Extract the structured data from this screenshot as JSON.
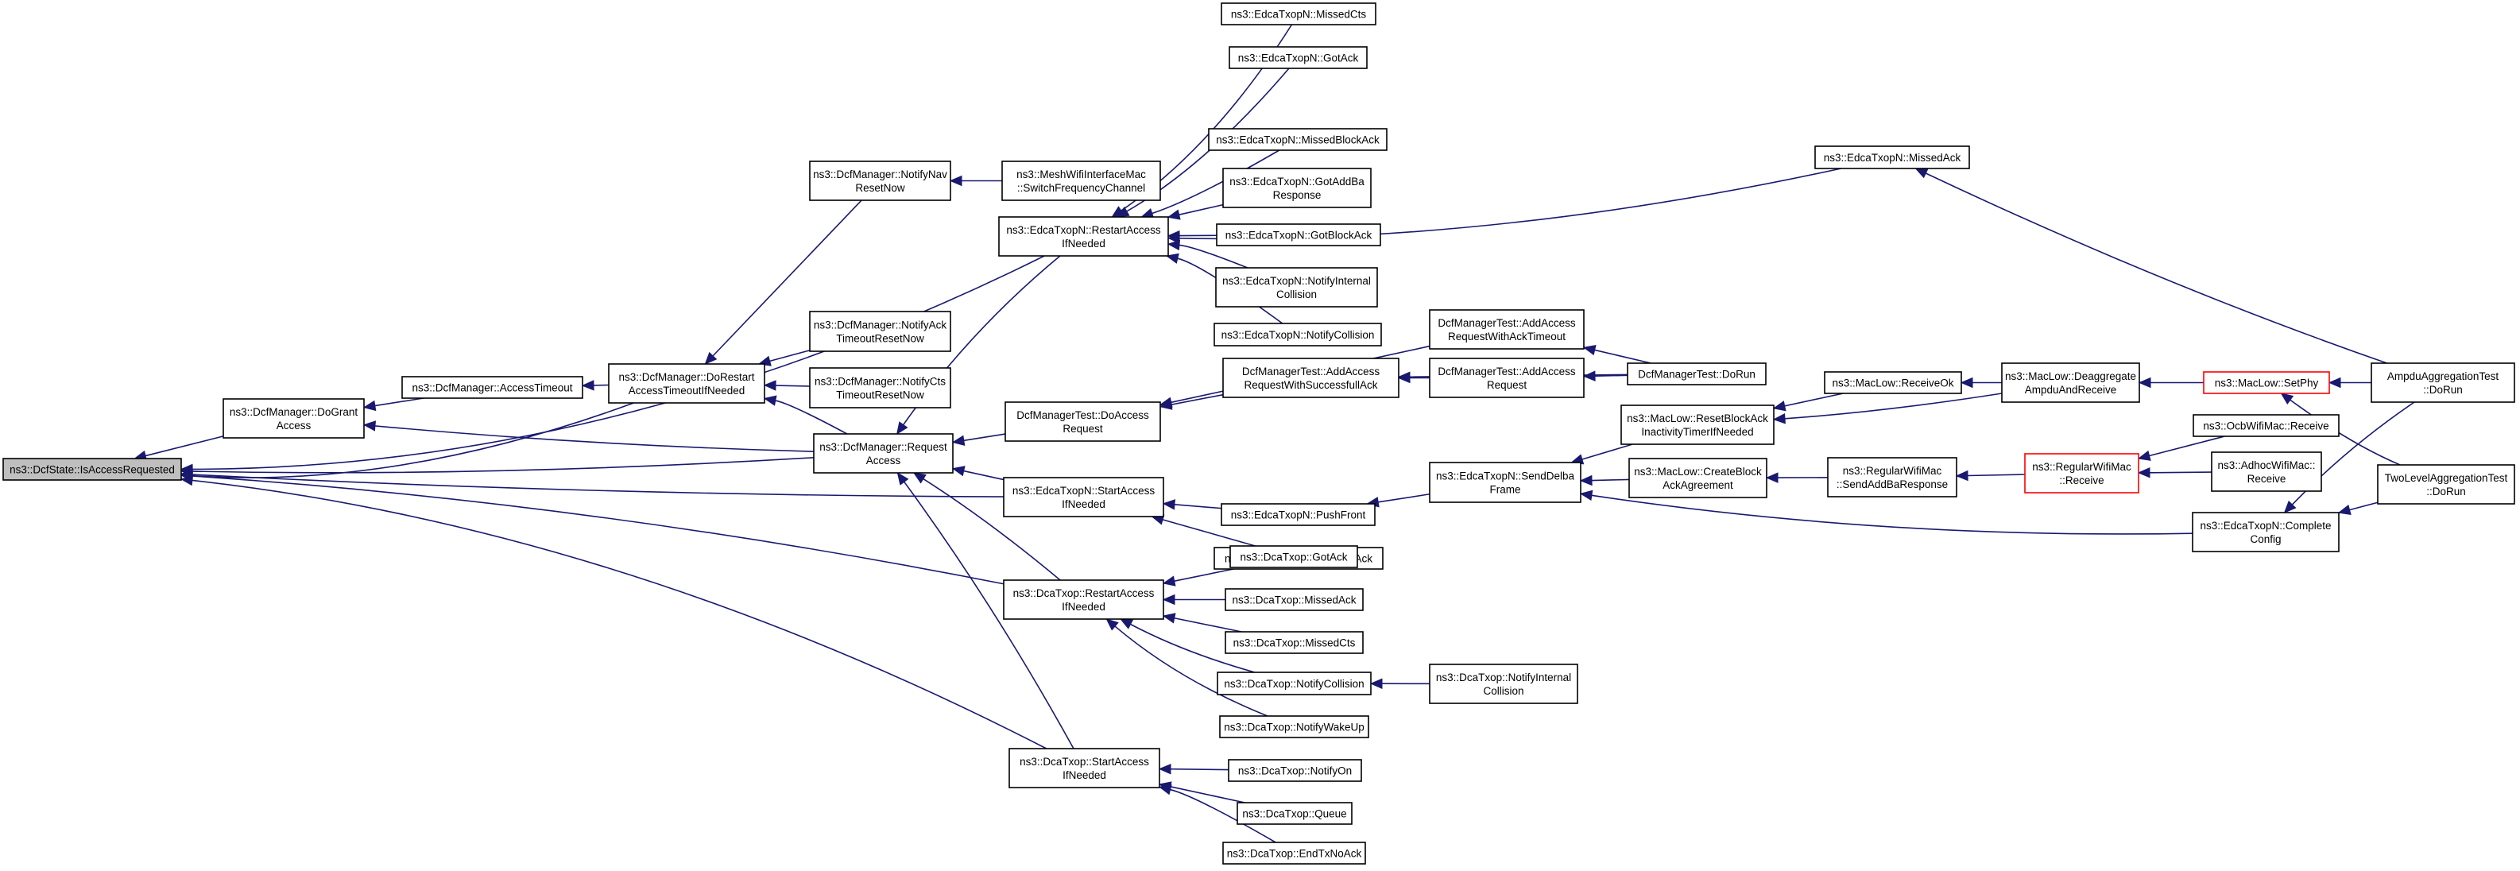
{
  "colors": {
    "edge": "#191970",
    "node_border": "#000000",
    "highlight_border": "#ff0000",
    "root_fill": "#bfbfbf"
  },
  "nodes": [
    {
      "id": "root",
      "lines": [
        "ns3::DcfState::IsAccessRequested"
      ],
      "style": "root"
    },
    {
      "id": "doGrant",
      "lines": [
        "ns3::DcfManager::DoGrant",
        "Access"
      ]
    },
    {
      "id": "accTimeout",
      "lines": [
        "ns3::DcfManager::AccessTimeout"
      ]
    },
    {
      "id": "doRestart",
      "lines": [
        "ns3::DcfManager::DoRestart",
        "AccessTimeoutIfNeeded"
      ]
    },
    {
      "id": "navReset",
      "lines": [
        "ns3::DcfManager::NotifyNav",
        "ResetNow"
      ]
    },
    {
      "id": "ackReset",
      "lines": [
        "ns3::DcfManager::NotifyAck",
        "TimeoutResetNow"
      ]
    },
    {
      "id": "ctsReset",
      "lines": [
        "ns3::DcfManager::NotifyCts",
        "TimeoutResetNow"
      ]
    },
    {
      "id": "reqAccess",
      "lines": [
        "ns3::DcfManager::Request",
        "Access"
      ]
    },
    {
      "id": "meshSwitch",
      "lines": [
        "ns3::MeshWifiInterfaceMac",
        "::SwitchFrequencyChannel"
      ]
    },
    {
      "id": "edcaRestart",
      "lines": [
        "ns3::EdcaTxopN::RestartAccess",
        "IfNeeded"
      ]
    },
    {
      "id": "dcfDoAccess",
      "lines": [
        "DcfManagerTest::DoAccess",
        "Request"
      ]
    },
    {
      "id": "edcaStart",
      "lines": [
        "ns3::EdcaTxopN::StartAccess",
        "IfNeeded"
      ]
    },
    {
      "id": "dcaRestart",
      "lines": [
        "ns3::DcaTxop::RestartAccess",
        "IfNeeded"
      ]
    },
    {
      "id": "dcaStart",
      "lines": [
        "ns3::DcaTxop::StartAccess",
        "IfNeeded"
      ]
    },
    {
      "id": "eMissedCts",
      "lines": [
        "ns3::EdcaTxopN::MissedCts"
      ]
    },
    {
      "id": "eGotAck",
      "lines": [
        "ns3::EdcaTxopN::GotAck"
      ]
    },
    {
      "id": "eMissedBA",
      "lines": [
        "ns3::EdcaTxopN::MissedBlockAck"
      ]
    },
    {
      "id": "eGotAddBa",
      "lines": [
        "ns3::EdcaTxopN::GotAddBa",
        "Response"
      ]
    },
    {
      "id": "eGotBA",
      "lines": [
        "ns3::EdcaTxopN::GotBlockAck"
      ]
    },
    {
      "id": "eNotifyInt",
      "lines": [
        "ns3::EdcaTxopN::NotifyInternal",
        "Collision"
      ]
    },
    {
      "id": "eNotifyCol",
      "lines": [
        "ns3::EdcaTxopN::NotifyCollision"
      ]
    },
    {
      "id": "eMissedAck",
      "lines": [
        "ns3::EdcaTxopN::MissedAck"
      ]
    },
    {
      "id": "addAckTimeout",
      "lines": [
        "DcfManagerTest::AddAccess",
        "RequestWithAckTimeout"
      ]
    },
    {
      "id": "addSuccess",
      "lines": [
        "DcfManagerTest::AddAccess",
        "RequestWithSuccessfullAck"
      ]
    },
    {
      "id": "addAccess",
      "lines": [
        "DcfManagerTest::AddAccess",
        "Request"
      ]
    },
    {
      "id": "dcfDoRun",
      "lines": [
        "DcfManagerTest::DoRun"
      ]
    },
    {
      "id": "ePushFront",
      "lines": [
        "ns3::EdcaTxopN::PushFront"
      ]
    },
    {
      "id": "eEndTxNoAck",
      "lines": [
        "ns3::EdcaTxopN::EndTxNoAck"
      ]
    },
    {
      "id": "eSendDelba",
      "lines": [
        "ns3::EdcaTxopN::SendDelba",
        "Frame"
      ]
    },
    {
      "id": "mReceiveOk",
      "lines": [
        "ns3::MacLow::ReceiveOk"
      ]
    },
    {
      "id": "mResetBA",
      "lines": [
        "ns3::MacLow::ResetBlockAck",
        "InactivityTimerIfNeeded"
      ]
    },
    {
      "id": "mCreateBA",
      "lines": [
        "ns3::MacLow::CreateBlock",
        "AckAgreement"
      ]
    },
    {
      "id": "mDeagg",
      "lines": [
        "ns3::MacLow::Deaggregate",
        "AmpduAndReceive"
      ]
    },
    {
      "id": "rSendAddBa",
      "lines": [
        "ns3::RegularWifiMac",
        "::SendAddBaResponse"
      ]
    },
    {
      "id": "mSetPhy",
      "lines": [
        "ns3::MacLow::SetPhy"
      ],
      "style": "red"
    },
    {
      "id": "rReceive",
      "lines": [
        "ns3::RegularWifiMac",
        "::Receive"
      ],
      "style": "red"
    },
    {
      "id": "ocbReceive",
      "lines": [
        "ns3::OcbWifiMac::Receive"
      ]
    },
    {
      "id": "adhocReceive",
      "lines": [
        "ns3::AdhocWifiMac::",
        "Receive"
      ]
    },
    {
      "id": "eComplete",
      "lines": [
        "ns3::EdcaTxopN::Complete",
        "Config"
      ]
    },
    {
      "id": "ampduDoRun",
      "lines": [
        "AmpduAggregationTest",
        "::DoRun"
      ]
    },
    {
      "id": "twoLevelDoRun",
      "lines": [
        "TwoLevelAggregationTest",
        "::DoRun"
      ]
    },
    {
      "id": "dGotAck",
      "lines": [
        "ns3::DcaTxop::GotAck"
      ]
    },
    {
      "id": "dMissedAck",
      "lines": [
        "ns3::DcaTxop::MissedAck"
      ]
    },
    {
      "id": "dMissedCts",
      "lines": [
        "ns3::DcaTxop::MissedCts"
      ]
    },
    {
      "id": "dNotifyCol",
      "lines": [
        "ns3::DcaTxop::NotifyCollision"
      ]
    },
    {
      "id": "dNotifyWake",
      "lines": [
        "ns3::DcaTxop::NotifyWakeUp"
      ]
    },
    {
      "id": "dNotifyInt",
      "lines": [
        "ns3::DcaTxop::NotifyInternal",
        "Collision"
      ]
    },
    {
      "id": "dNotifyOn",
      "lines": [
        "ns3::DcaTxop::NotifyOn"
      ]
    },
    {
      "id": "dQueue",
      "lines": [
        "ns3::DcaTxop::Queue"
      ]
    },
    {
      "id": "dEndTxNoAck",
      "lines": [
        "ns3::DcaTxop::EndTxNoAck"
      ]
    }
  ],
  "edges": [
    {
      "from": "doGrant",
      "to": "root"
    },
    {
      "from": "doRestart",
      "to": "root"
    },
    {
      "from": "reqAccess",
      "to": "root"
    },
    {
      "from": "edcaRestart",
      "to": "root"
    },
    {
      "from": "edcaStart",
      "to": "root"
    },
    {
      "from": "dcaRestart",
      "to": "root"
    },
    {
      "from": "dcaStart",
      "to": "root"
    },
    {
      "from": "accTimeout",
      "to": "doGrant"
    },
    {
      "from": "reqAccess",
      "to": "doGrant"
    },
    {
      "from": "doRestart",
      "to": "accTimeout"
    },
    {
      "from": "navReset",
      "to": "doRestart"
    },
    {
      "from": "ackReset",
      "to": "doRestart"
    },
    {
      "from": "ctsReset",
      "to": "doRestart"
    },
    {
      "from": "reqAccess",
      "to": "doRestart"
    },
    {
      "from": "meshSwitch",
      "to": "navReset"
    },
    {
      "from": "edcaRestart",
      "to": "reqAccess"
    },
    {
      "from": "dcfDoAccess",
      "to": "reqAccess"
    },
    {
      "from": "edcaStart",
      "to": "reqAccess"
    },
    {
      "from": "dcaRestart",
      "to": "reqAccess"
    },
    {
      "from": "dcaStart",
      "to": "reqAccess"
    },
    {
      "from": "eMissedCts",
      "to": "edcaRestart"
    },
    {
      "from": "eGotAck",
      "to": "edcaRestart"
    },
    {
      "from": "eMissedBA",
      "to": "edcaRestart"
    },
    {
      "from": "eGotAddBa",
      "to": "edcaRestart"
    },
    {
      "from": "eGotBA",
      "to": "edcaRestart"
    },
    {
      "from": "eNotifyInt",
      "to": "edcaRestart"
    },
    {
      "from": "eNotifyCol",
      "to": "edcaRestart"
    },
    {
      "from": "eMissedAck",
      "to": "edcaRestart"
    },
    {
      "from": "ampduDoRun",
      "to": "eMissedAck"
    },
    {
      "from": "addAckTimeout",
      "to": "dcfDoAccess"
    },
    {
      "from": "addSuccess",
      "to": "dcfDoAccess"
    },
    {
      "from": "dcfDoRun",
      "to": "addAckTimeout"
    },
    {
      "from": "dcfDoRun",
      "to": "addSuccess"
    },
    {
      "from": "addAccess",
      "to": "addSuccess"
    },
    {
      "from": "dcfDoRun",
      "to": "addAccess"
    },
    {
      "from": "ePushFront",
      "to": "edcaStart"
    },
    {
      "from": "eEndTxNoAck",
      "to": "edcaStart"
    },
    {
      "from": "eSendDelba",
      "to": "ePushFront"
    },
    {
      "from": "mResetBA",
      "to": "eSendDelba"
    },
    {
      "from": "mCreateBA",
      "to": "eSendDelba"
    },
    {
      "from": "eComplete",
      "to": "eSendDelba"
    },
    {
      "from": "mReceiveOk",
      "to": "mResetBA"
    },
    {
      "from": "mDeagg",
      "to": "mResetBA"
    },
    {
      "from": "mDeagg",
      "to": "mReceiveOk"
    },
    {
      "from": "mSetPhy",
      "to": "mDeagg"
    },
    {
      "from": "ampduDoRun",
      "to": "mSetPhy"
    },
    {
      "from": "twoLevelDoRun",
      "to": "mSetPhy"
    },
    {
      "from": "rSendAddBa",
      "to": "mCreateBA"
    },
    {
      "from": "rReceive",
      "to": "rSendAddBa"
    },
    {
      "from": "ocbReceive",
      "to": "rReceive"
    },
    {
      "from": "adhocReceive",
      "to": "rReceive"
    },
    {
      "from": "ampduDoRun",
      "to": "eComplete"
    },
    {
      "from": "twoLevelDoRun",
      "to": "eComplete"
    },
    {
      "from": "dGotAck",
      "to": "dcaRestart"
    },
    {
      "from": "dMissedAck",
      "to": "dcaRestart"
    },
    {
      "from": "dMissedCts",
      "to": "dcaRestart"
    },
    {
      "from": "dNotifyCol",
      "to": "dcaRestart"
    },
    {
      "from": "dNotifyWake",
      "to": "dcaRestart"
    },
    {
      "from": "dNotifyInt",
      "to": "dNotifyCol"
    },
    {
      "from": "dNotifyOn",
      "to": "dcaStart"
    },
    {
      "from": "dQueue",
      "to": "dcaStart"
    },
    {
      "from": "dEndTxNoAck",
      "to": "dcaStart"
    }
  ]
}
